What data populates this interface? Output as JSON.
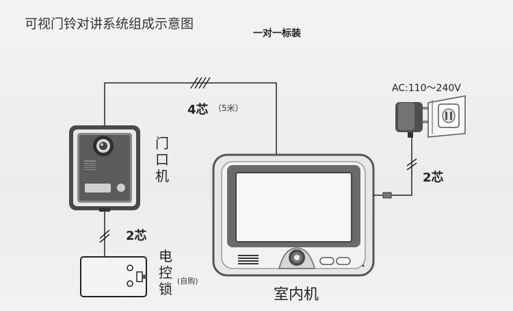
{
  "title": "可视门铃对讲系统组成示意图",
  "subtitle": "一对一标装",
  "labels": {
    "cable_top": "4芯",
    "cable_top_note": "（5米）",
    "power": "AC:110～240V",
    "wire_power": "2芯",
    "wire_lock": "2芯",
    "door_unit": "门口机",
    "electric_lock": "电控锁",
    "lock_note": "(自购)",
    "indoor_unit": "室内机"
  },
  "colors": {
    "line": "#222222",
    "device_dark": "#555555",
    "device_light": "#eeeeee"
  }
}
